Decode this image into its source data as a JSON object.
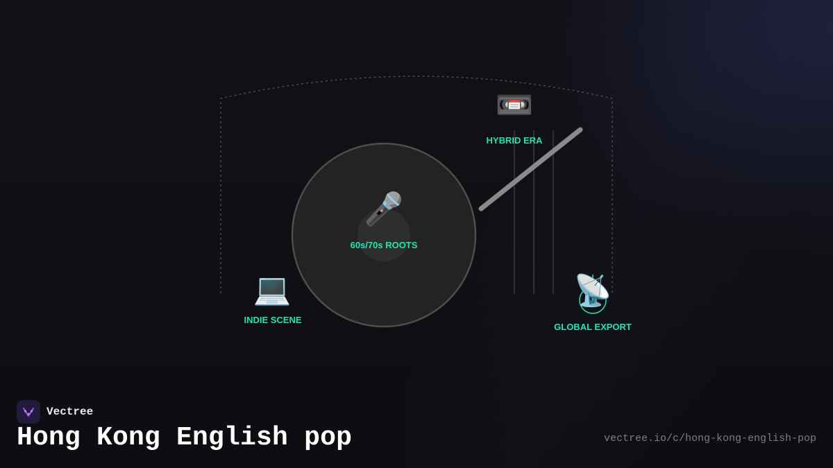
{
  "diagram": {
    "nodes": [
      {
        "id": "roots",
        "label": "60s/70s ROOTS",
        "icon": "microphone-icon",
        "glyph": "🎤"
      },
      {
        "id": "hybrid",
        "label": "HYBRID ERA",
        "icon": "videocassette-icon",
        "glyph": "📼"
      },
      {
        "id": "indie",
        "label": "INDIE SCENE",
        "icon": "laptop-icon",
        "glyph": "💻"
      },
      {
        "id": "global",
        "label": "GLOBAL EXPORT",
        "icon": "satellite-dish-icon",
        "glyph": "📡"
      }
    ],
    "colors": {
      "label": "#27e3b2",
      "record": "#232323",
      "tonearm": "#8a8a8a"
    }
  },
  "brand": {
    "name": "Vectree",
    "icon": "vectree-logo-icon"
  },
  "title": "Hong Kong English pop",
  "url": "vectree.io/c/hong-kong-english-pop"
}
